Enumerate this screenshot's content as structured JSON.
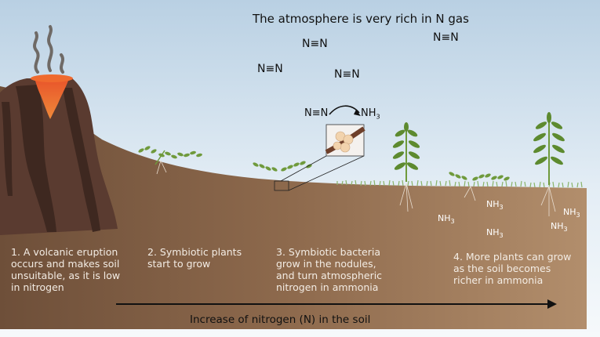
{
  "header": "The atmosphere is very rich in N gas",
  "molecules": {
    "n2": "N≡N",
    "reaction_left": "N≡N",
    "reaction_right": "NH",
    "subscript": "3"
  },
  "soil": {
    "ammonia": "NH",
    "subscript": "3"
  },
  "stages": [
    {
      "label": "1. A volcanic eruption\noccurs and makes soil\nunsuitable, as it is low\nin nitrogen"
    },
    {
      "label": "2. Symbiotic plants\nstart to grow"
    },
    {
      "label": "3. Symbiotic bacteria\ngrow in the nodules,\nand turn atmospheric\nnitrogen in ammonia"
    },
    {
      "label": "4. More plants can grow\nas the soil becomes\nricher in ammonia"
    }
  ],
  "axis_label": "Increase of nitrogen (N) in the soil",
  "colors": {
    "soil_light": "#b28e6c",
    "soil_dark": "#6e4f39",
    "volcano": "#5a3b30",
    "lava": "#e8542a",
    "plant": "#6f9a3c",
    "nodule": "#f2d3ad"
  }
}
